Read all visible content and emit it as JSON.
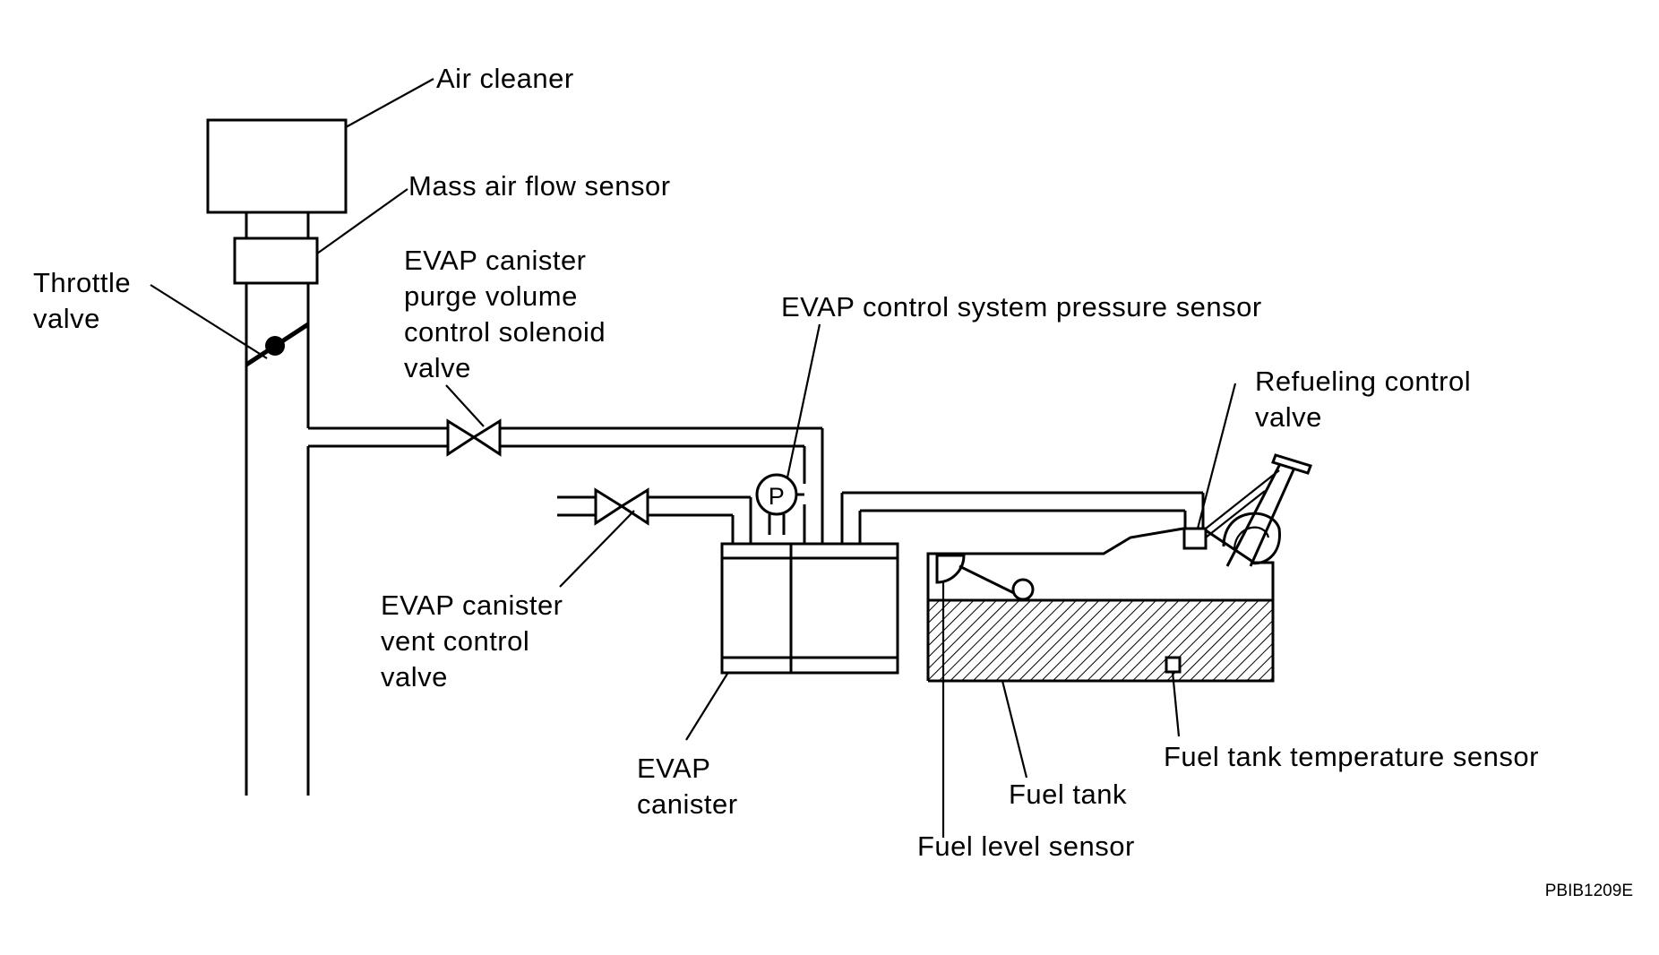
{
  "labels": {
    "air_cleaner": "Air cleaner",
    "mass_air_flow_sensor": "Mass air flow sensor",
    "throttle_valve": [
      "Throttle",
      "valve"
    ],
    "purge_valve": [
      "EVAP canister",
      "purge volume",
      "control solenoid",
      "valve"
    ],
    "pressure_sensor": "EVAP control system pressure sensor",
    "refueling_control_valve": [
      "Refueling control",
      "valve"
    ],
    "vent_valve": [
      "EVAP canister",
      "vent control",
      "valve"
    ],
    "evap_canister": [
      "EVAP",
      "canister"
    ],
    "fuel_tank": "Fuel tank",
    "fuel_level_sensor": "Fuel level sensor",
    "fuel_tank_temperature_sensor": "Fuel tank temperature sensor",
    "pressure_symbol": "P"
  },
  "figure_code": "PBIB1209E"
}
